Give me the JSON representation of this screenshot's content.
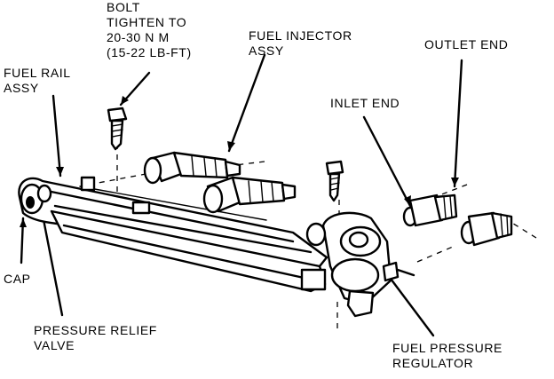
{
  "labels": {
    "bolt": [
      "BOLT",
      "TIGHTEN TO",
      "20-30 N m",
      "(15-22 LB-FT)"
    ],
    "fuel_injector": [
      "FUEL INJECTOR",
      "ASSY"
    ],
    "outlet_end": [
      "OUTLET END"
    ],
    "fuel_rail": [
      "FUEL RAIL",
      "ASSY"
    ],
    "inlet_end": [
      "INLET END"
    ],
    "cap": [
      "CAP"
    ],
    "pressure_relief": [
      "PRESSURE RELIEF",
      "VALVE"
    ],
    "fuel_pressure_regulator": [
      "FUEL PRESSURE",
      "REGULATOR"
    ]
  }
}
